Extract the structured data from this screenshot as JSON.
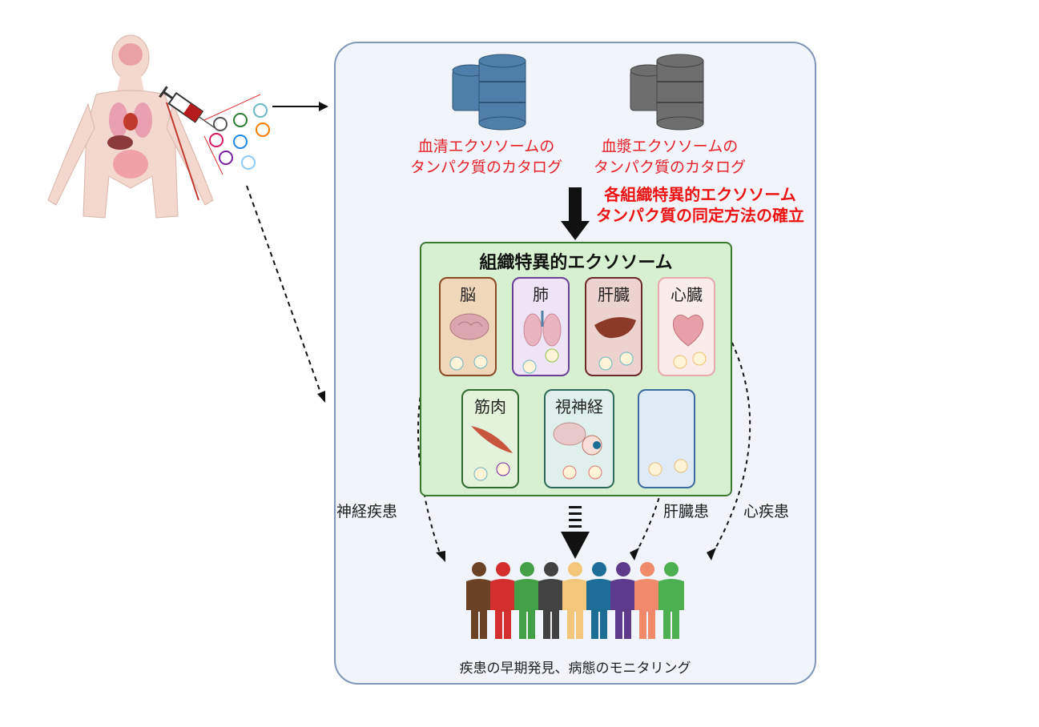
{
  "databases": {
    "serum_label": "血清エクソソームの\nタンパク質のカタログ",
    "plasma_label": "血漿エクソソームの\nタンパク質のカタログ",
    "serum_color": "#5a86b0",
    "plasma_color": "#7b7b7b"
  },
  "method_label": "各組織特異的エクソソーム\nタンパク質の同定方法の確立",
  "tissue_panel": {
    "title": "組織特異的エクソソーム",
    "tissues": [
      {
        "name": "脳",
        "icon": "brain-icon",
        "border": "#8a4a23",
        "fill": "#f0d7b9"
      },
      {
        "name": "肺",
        "icon": "lung-icon",
        "border": "#6a3f98",
        "fill": "#efe4f5"
      },
      {
        "name": "肝臓",
        "icon": "liver-icon",
        "border": "#6b2a2a",
        "fill": "#ecd3cf"
      },
      {
        "name": "心臓",
        "icon": "heart-icon",
        "border": "#e8a8ae",
        "fill": "#fbecec"
      },
      {
        "name": "筋肉",
        "icon": "muscle-icon",
        "border": "#2e6a2e",
        "fill": "#e3f2da"
      },
      {
        "name": "視神経",
        "icon": "eye-nerve-icon",
        "border": "#2e6a5a",
        "fill": "#dff0ec"
      },
      {
        "name": "",
        "icon": "exosome-icon",
        "border": "#3a6aa0",
        "fill": "#dfeaf7"
      }
    ]
  },
  "diseases": {
    "neuro": "神経疾患",
    "liver": "肝臓患",
    "heart": "心疾患"
  },
  "people_colors": [
    "#6b4226",
    "#d32f2f",
    "#43a047",
    "#424242",
    "#f3c77a",
    "#1c6e96",
    "#5e3a8a",
    "#f08a6a",
    "#4caf50"
  ],
  "footer_caption": "疾患の早期発見、病態のモニタリング"
}
